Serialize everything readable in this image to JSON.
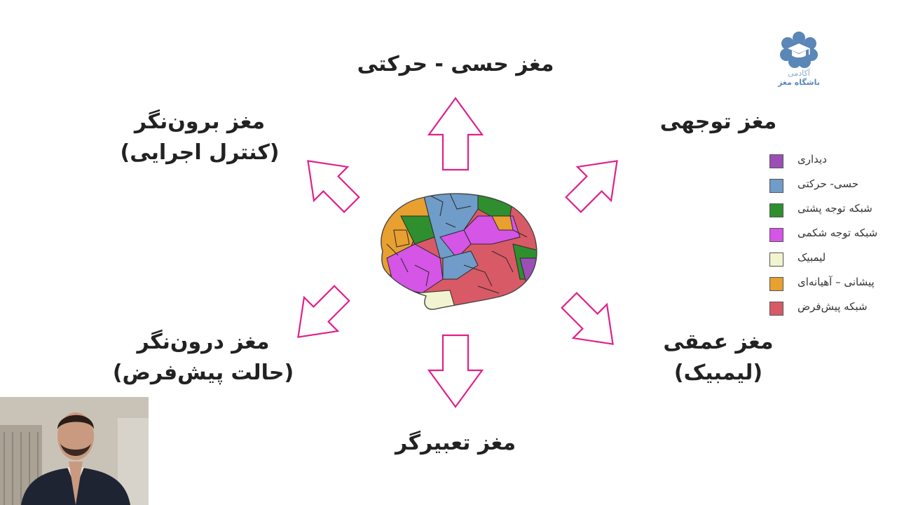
{
  "diagram": {
    "top_label": "مغز حسی - حرکتی",
    "top_left_label": [
      "مغز برون‌نگر",
      "(کنترل اجرایی)"
    ],
    "top_right_label": "مغز توجهی",
    "bottom_left_label": [
      "مغز درون‌نگر",
      "(حالت پیش‌فرض)"
    ],
    "bottom_right_label": [
      "مغز عمقی",
      "(لیمبیک)"
    ],
    "bottom_label": "مغز تعبیرگر",
    "arrow_color": "#e0208c"
  },
  "legend": {
    "items": [
      {
        "label": "دیداری",
        "color": "#9b4fb5"
      },
      {
        "label": "حسی- حرکتی",
        "color": "#6f9cc8"
      },
      {
        "label": "شبکه توجه پشتی",
        "color": "#2f8f2f"
      },
      {
        "label": "شبکه توجه شکمی",
        "color": "#d455e6"
      },
      {
        "label": "لیمبیک",
        "color": "#f2f4cf"
      },
      {
        "label": "پیشانی – آهیانه‌ای",
        "color": "#e8a030"
      },
      {
        "label": "شبکه پیش‌فرض",
        "color": "#d85a66"
      }
    ]
  },
  "logo": {
    "line1": "آکادمی",
    "line2": "باشگاه مغز",
    "color": "#5a86b8"
  },
  "icons": {
    "logo": "brain-cap-logo-icon",
    "webcam": "presenter-webcam"
  }
}
